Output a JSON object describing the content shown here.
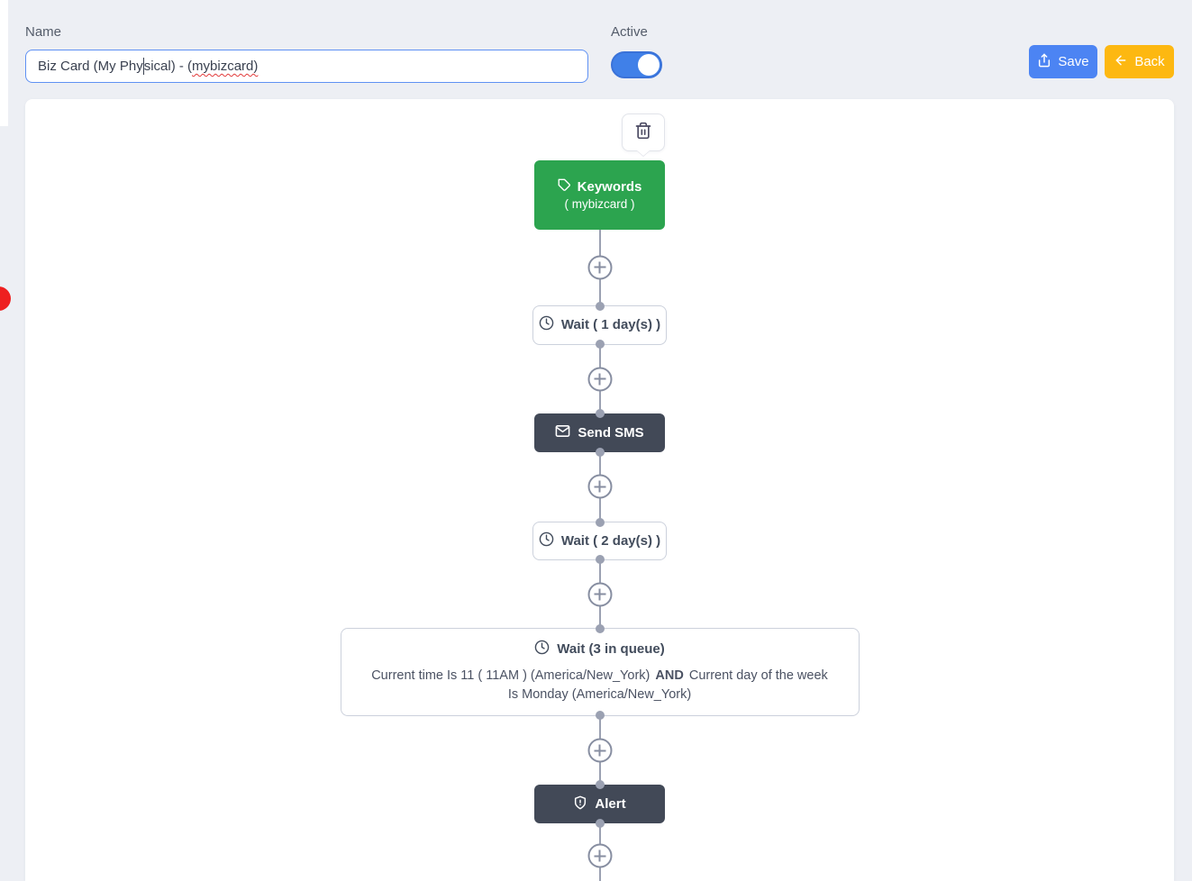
{
  "header": {
    "name_label": "Name",
    "name_input": {
      "value": "Biz Card (My Physical) - (mybizcard)",
      "value_before_caret": "Biz Card (My Phy",
      "value_after_caret": "sical) - (",
      "misspelled_segment": "mybizcard)"
    },
    "active_label": "Active",
    "active_state": "on",
    "save_button": "Save",
    "back_button": "Back"
  },
  "flow": {
    "delete_tooltip_icon": "trash-icon",
    "nodes": [
      {
        "type": "trigger",
        "icon": "tag-icon",
        "title": "Keywords",
        "subtitle": "( mybizcard )"
      },
      {
        "type": "wait",
        "icon": "clock-icon",
        "label": "Wait ( 1 day(s) )"
      },
      {
        "type": "action",
        "icon": "envelope-icon",
        "label": "Send SMS"
      },
      {
        "type": "wait",
        "icon": "clock-icon",
        "label": "Wait ( 2 day(s) )"
      },
      {
        "type": "wait-condition",
        "icon": "clock-icon",
        "title": "Wait (3 in queue)",
        "condition_left": "Current time Is 11 ( 11AM ) (America/New_York)",
        "condition_operator": "AND",
        "condition_right": "Current day of the week Is Monday (America/New_York)"
      },
      {
        "type": "action",
        "icon": "shield-icon",
        "label": "Alert"
      }
    ]
  },
  "colors": {
    "page_background": "#edeff4",
    "canvas_background": "#ffffff",
    "trigger_green": "#2ca44f",
    "action_dark": "#424957",
    "wait_border": "#ccd1dc",
    "connector_gray": "#9ba1b2",
    "save_blue": "#4c84f3",
    "back_amber": "#fdb811",
    "toggle_blue": "#4080e8",
    "input_border_blue": "#5f91f3",
    "spellcheck_red": "#e23b3b",
    "badge_red": "#ee1f1f"
  }
}
